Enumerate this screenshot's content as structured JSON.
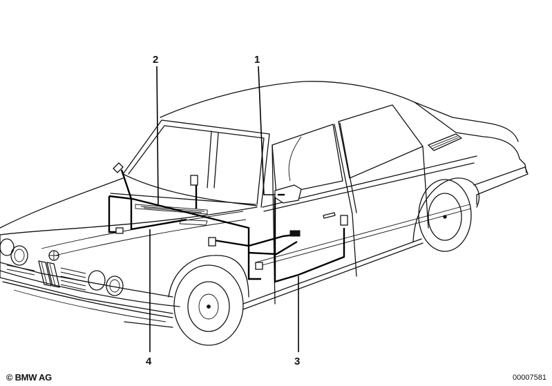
{
  "callouts": {
    "c1": "1",
    "c2": "2",
    "c3": "3",
    "c4": "4"
  },
  "footer": {
    "copyright": "© BMW AG",
    "image_number": "00007581"
  },
  "colors": {
    "line": "#111111",
    "background": "#ffffff"
  }
}
